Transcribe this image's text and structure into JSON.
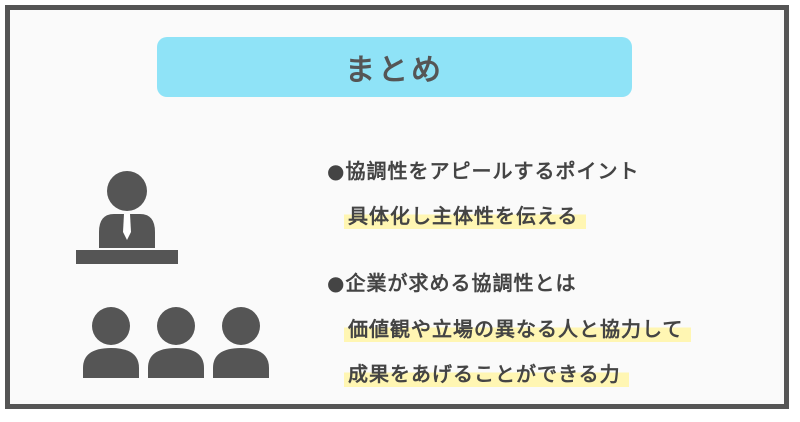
{
  "title": "まとめ",
  "colors": {
    "frame": "#555555",
    "title_bg": "#8fe3f7",
    "highlight": "#fff6b3",
    "text": "#444444",
    "figure": "#555555"
  },
  "illustration": {
    "icon": "presenter-and-audience-icon"
  },
  "sections": [
    {
      "heading": "●協調性をアピールするポイント",
      "lines": [
        "具体化し主体性を伝える"
      ]
    },
    {
      "heading": "●企業が求める協調性とは",
      "lines": [
        "価値観や立場の異なる人と協力して",
        "成果をあげることができる力"
      ]
    }
  ]
}
